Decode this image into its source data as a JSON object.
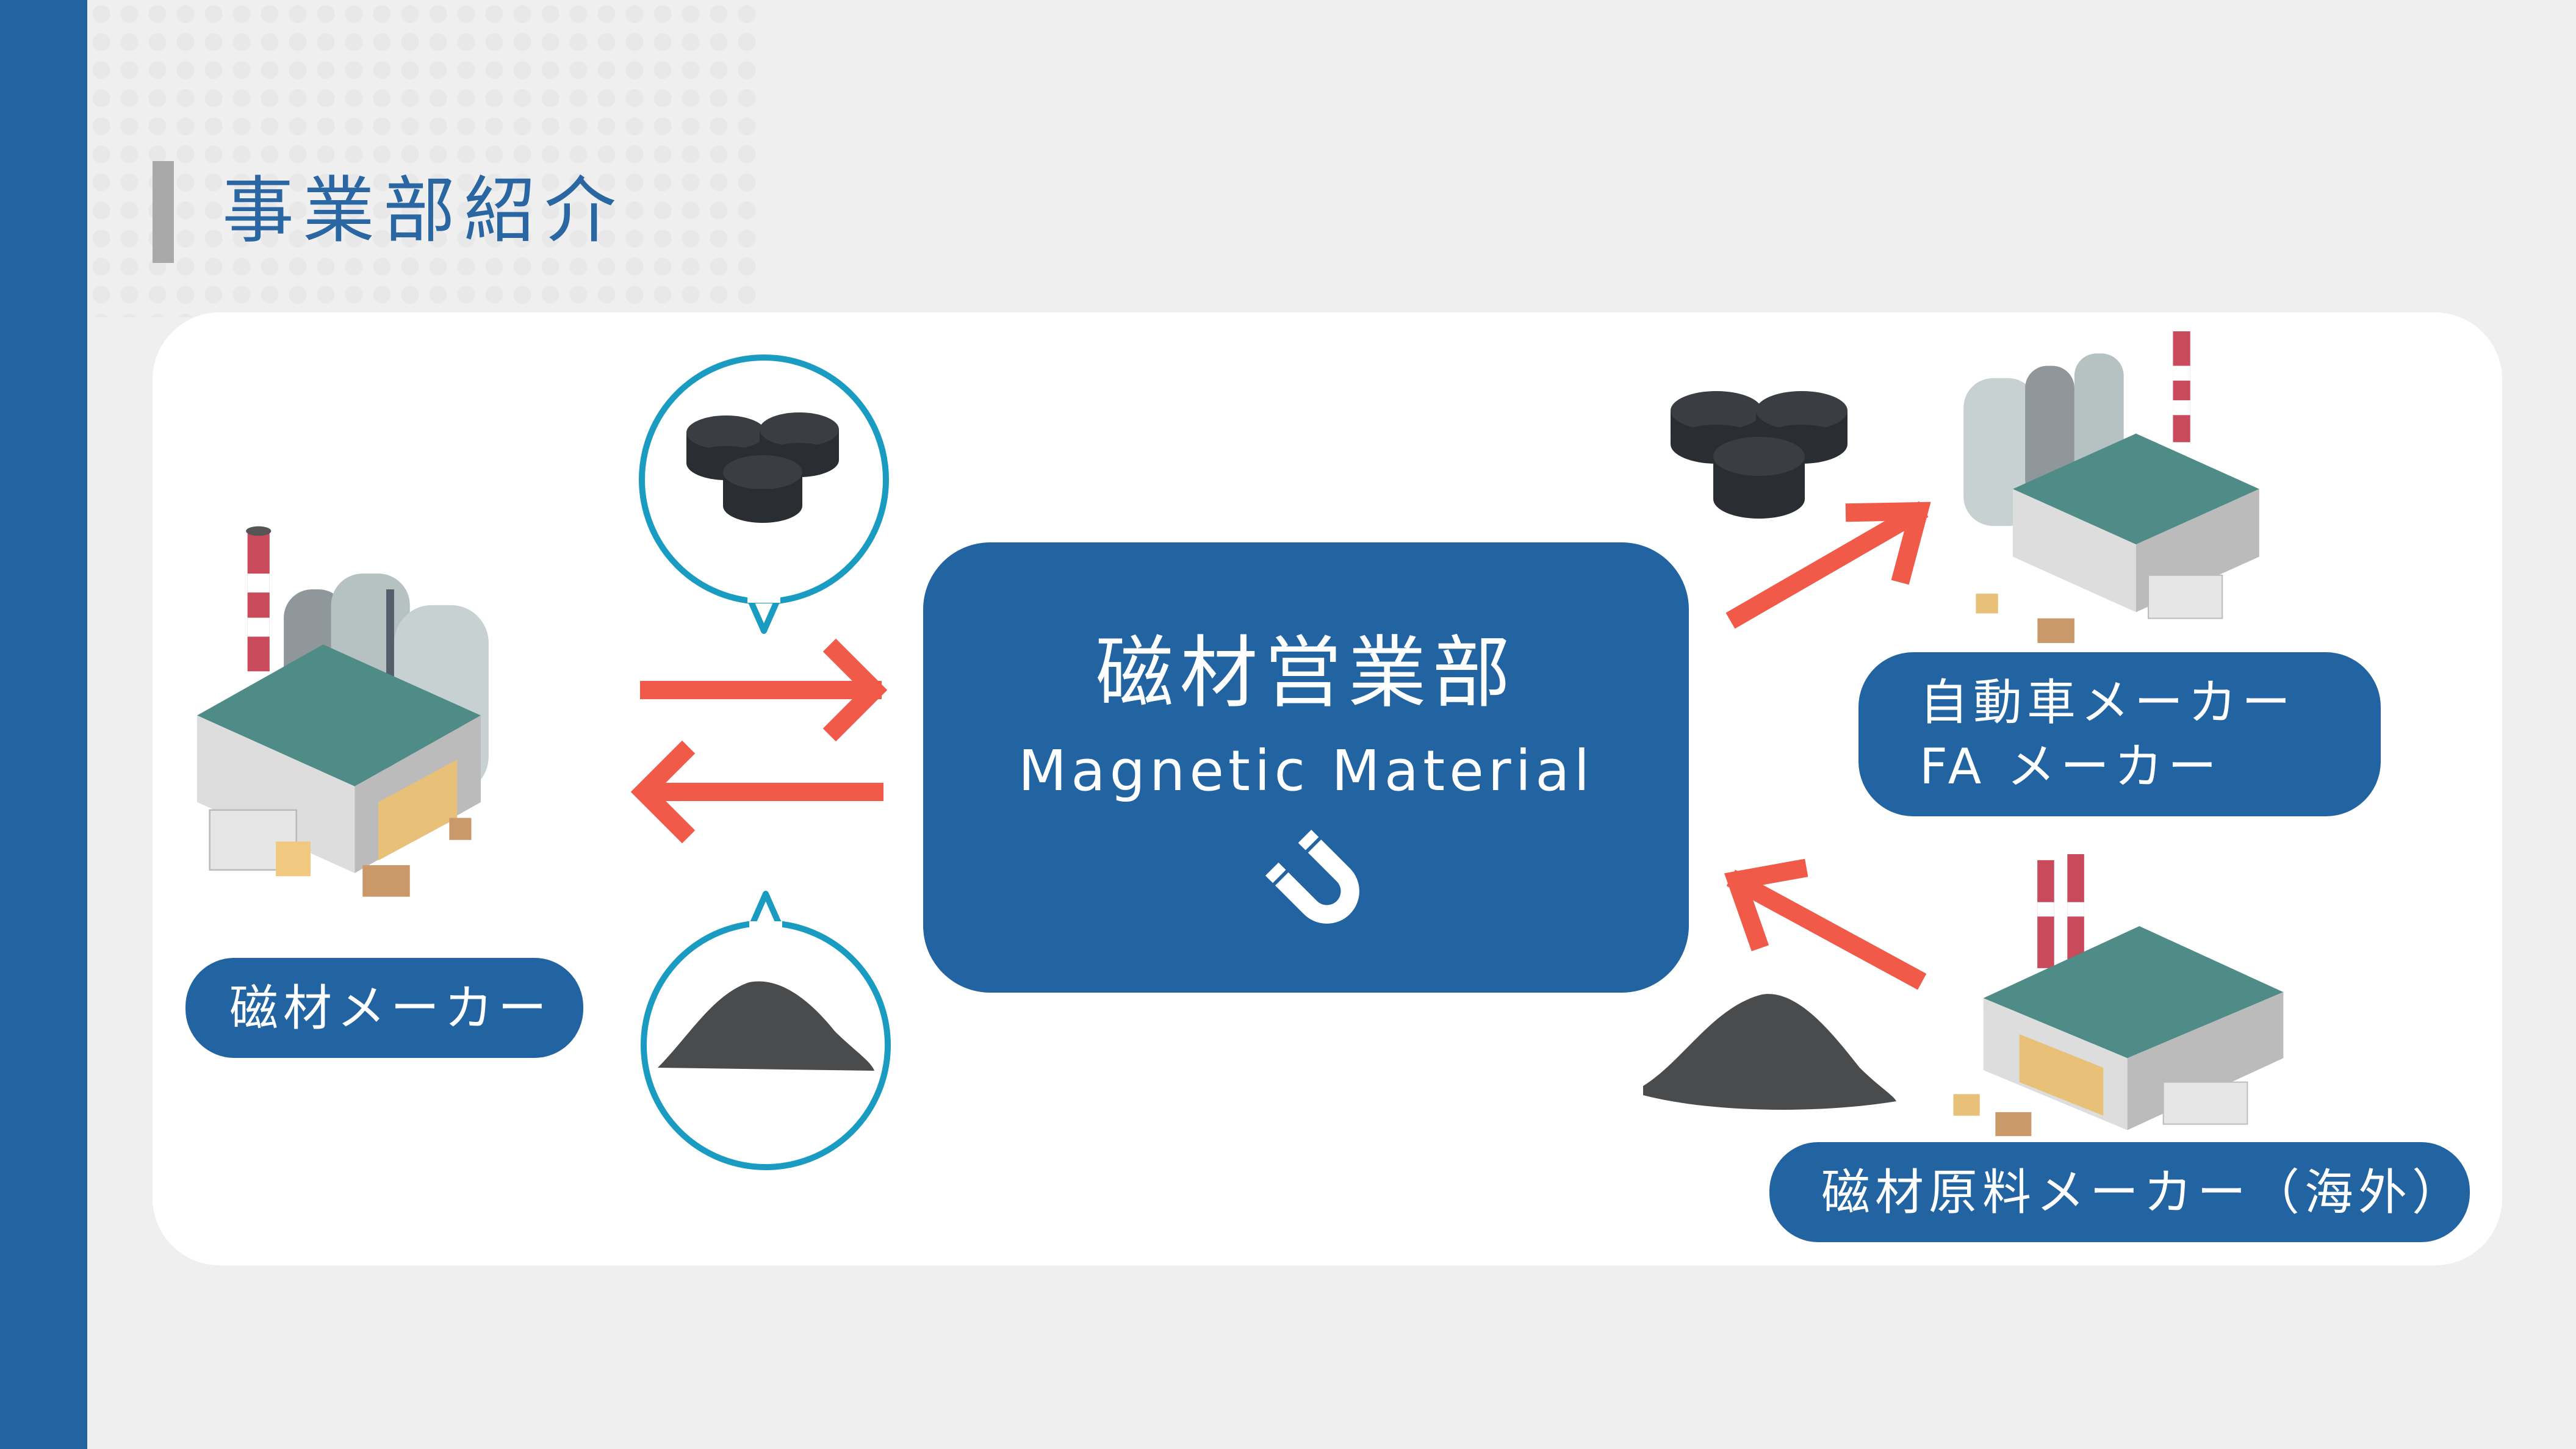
{
  "page": {
    "title": "事業部紹介"
  },
  "center": {
    "title": "磁材営業部",
    "subtitle": "Magnetic Material",
    "icon": "magnet-icon"
  },
  "labels": {
    "magnet_maker": "磁材メーカー",
    "customers_line1": "自動車メーカー",
    "customers_line2": "FA メーカー",
    "raw_material_maker": "磁材原料メーカー（海外）"
  },
  "colors": {
    "brand_blue": "#2263a1",
    "arrow": "#f15a48",
    "bubble_border": "#1a9bc2",
    "background": "#efefef"
  }
}
